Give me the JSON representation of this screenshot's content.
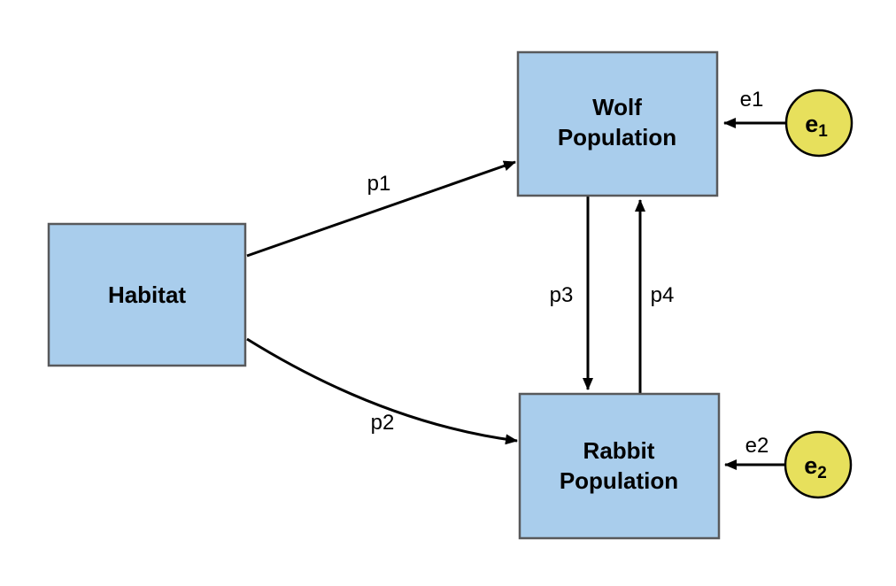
{
  "diagram": {
    "type": "path-diagram",
    "background": "#FFFFFF",
    "colors": {
      "node_fill": "#A9CDEC",
      "node_border": "#58595B",
      "error_fill": "#E7E05C",
      "error_border": "#000000",
      "arrow": "#000000",
      "text": "#000000"
    },
    "nodes": {
      "habitat": {
        "label": "Habitat"
      },
      "wolf": {
        "label_line1": "Wolf",
        "label_line2": "Population"
      },
      "rabbit": {
        "label_line1": "Rabbit",
        "label_line2": "Population"
      }
    },
    "error_terms": {
      "e1": {
        "base": "e",
        "subscript": "1"
      },
      "e2": {
        "base": "e",
        "subscript": "2"
      }
    },
    "path_labels": {
      "p1": "p1",
      "p2": "p2",
      "p3": "p3",
      "p4": "p4",
      "e1": "e1",
      "e2": "e2"
    },
    "edges": [
      {
        "from": "Habitat",
        "to": "Wolf Population",
        "label": "p1"
      },
      {
        "from": "Habitat",
        "to": "Rabbit Population",
        "label": "p2"
      },
      {
        "from": "Wolf Population",
        "to": "Rabbit Population",
        "label": "p3"
      },
      {
        "from": "Rabbit Population",
        "to": "Wolf Population",
        "label": "p4"
      },
      {
        "from": "e1",
        "to": "Wolf Population",
        "label": "e1"
      },
      {
        "from": "e2",
        "to": "Rabbit Population",
        "label": "e2"
      }
    ]
  }
}
